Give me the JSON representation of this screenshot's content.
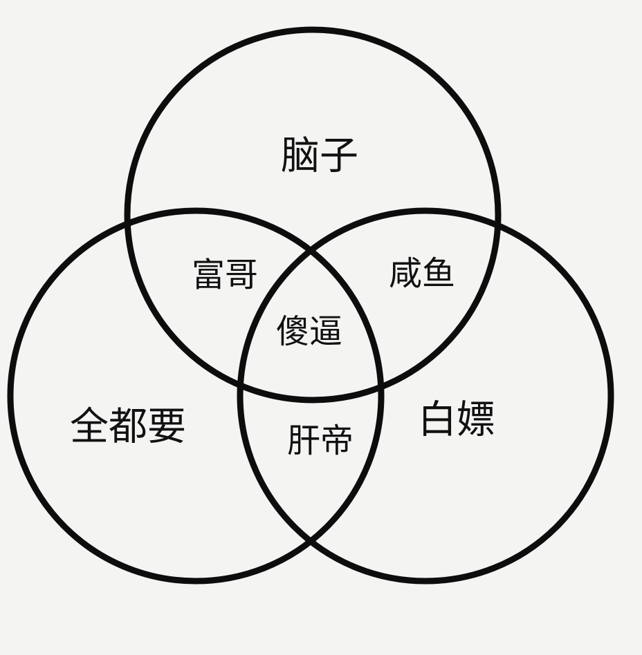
{
  "diagram": {
    "type": "venn",
    "circle_color": "#0d0d0d",
    "background_color": "#f4f4f3",
    "sets": [
      {
        "id": "top"
      },
      {
        "id": "left"
      },
      {
        "id": "right"
      }
    ],
    "regions": {
      "top_only": "脑子",
      "left_only": "全都要",
      "right_only": "白嫖",
      "top_left": "富哥",
      "top_right": "咸鱼",
      "left_right": "肝帝",
      "all_three": "傻逼"
    }
  }
}
